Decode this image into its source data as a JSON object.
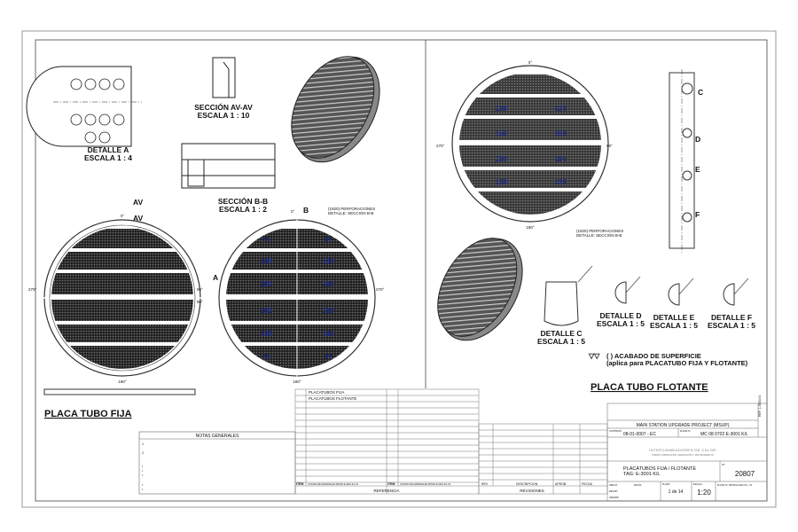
{
  "drawing": {
    "left_title": "PLACA TUBO FIJA",
    "right_title": "PLACA TUBO FLOTANTE",
    "detail_a": [
      "DETALLE A",
      "ESCALA 1 : 4"
    ],
    "section_av": [
      "SECCIÓN AV-AV",
      "ESCALA 1 : 10"
    ],
    "section_bb": [
      "SECCIÓN B-B",
      "ESCALA 1 : 2"
    ],
    "detail_c": [
      "DETALLE C",
      "ESCALA 1 : 5"
    ],
    "detail_d": [
      "DETALLE D",
      "ESCALA 1 : 5"
    ],
    "detail_e": [
      "DETALLE E",
      "ESCALA 1 : 5"
    ],
    "detail_f": [
      "DETALLE F",
      "ESCALA 1 : 5"
    ],
    "perforations_note": [
      "(1920) PERFORACIONES",
      "DETALLE: SECCION B-B"
    ],
    "surface_note": [
      "(          ) ACABADO DE SUPERFICIE",
      "(aplica para PLACATUBO FIJA Y FLOTANTE)"
    ],
    "angles": {
      "top": "0°",
      "right": "90°",
      "bottom": "180°",
      "left": "270°"
    },
    "markers": {
      "av": "AV",
      "a": "A",
      "b": "B",
      "c": "C",
      "d": "D",
      "e": "E",
      "f": "F"
    },
    "row_counts": [
      "77",
      "138",
      "150",
      "150",
      "138",
      "77"
    ]
  },
  "notes": {
    "header": "NOTAS GENERALES",
    "items": [
      "1.",
      "2.",
      "•",
      "•",
      "•",
      "•",
      "•"
    ]
  },
  "reference": {
    "rows": [
      "PLACATUBOS FIJA",
      "PLACATUBOS FLOTANTE"
    ],
    "item_label": "ITEM",
    "list_label": "LISTADO DE MATERIALES  08/STD-E-3001 K/L-01",
    "footer": "REFERENCIA"
  },
  "revisions": {
    "rev_col": "REV",
    "desc_col": "DESCRIPCION",
    "approved_col": "APROB.",
    "date_col": "FECHA",
    "footer": "REVISIONES"
  },
  "title_block": {
    "project": "MAIN STATION UPGRADE PROJECT (MSUP)",
    "contract_label": "CONTRATO",
    "contract": "08-01-0007 - EC",
    "plan_label": "PLANO Nº",
    "plan": "MC 08 0702 E-3001 K/L",
    "company": [
      "INTERCAMBIADORES DE CALOR",
      "DISEÑO, FABRICACIÓN, REPARACIÓN Y MANTENIMIENTO"
    ],
    "description": [
      "PLACATUBOS FIJA / FLOTANTE",
      "TAG: E-3001 K/L"
    ],
    "ot_label": "OT",
    "ot": "20807",
    "sheet_label": "PLANO",
    "sheet": "1 de 14",
    "scale_label": "ESCALA",
    "scale": "1:20",
    "drawing_no_label": "PLANO Nº",
    "drawing_no": "08STD-E-3001 K/L - 01",
    "drawn": "DIBUJÓ",
    "checked": "REVISÓ",
    "approved": "APROBÓ",
    "date_label": "FECHA",
    "side_code": "REF. 1-3000/14"
  }
}
